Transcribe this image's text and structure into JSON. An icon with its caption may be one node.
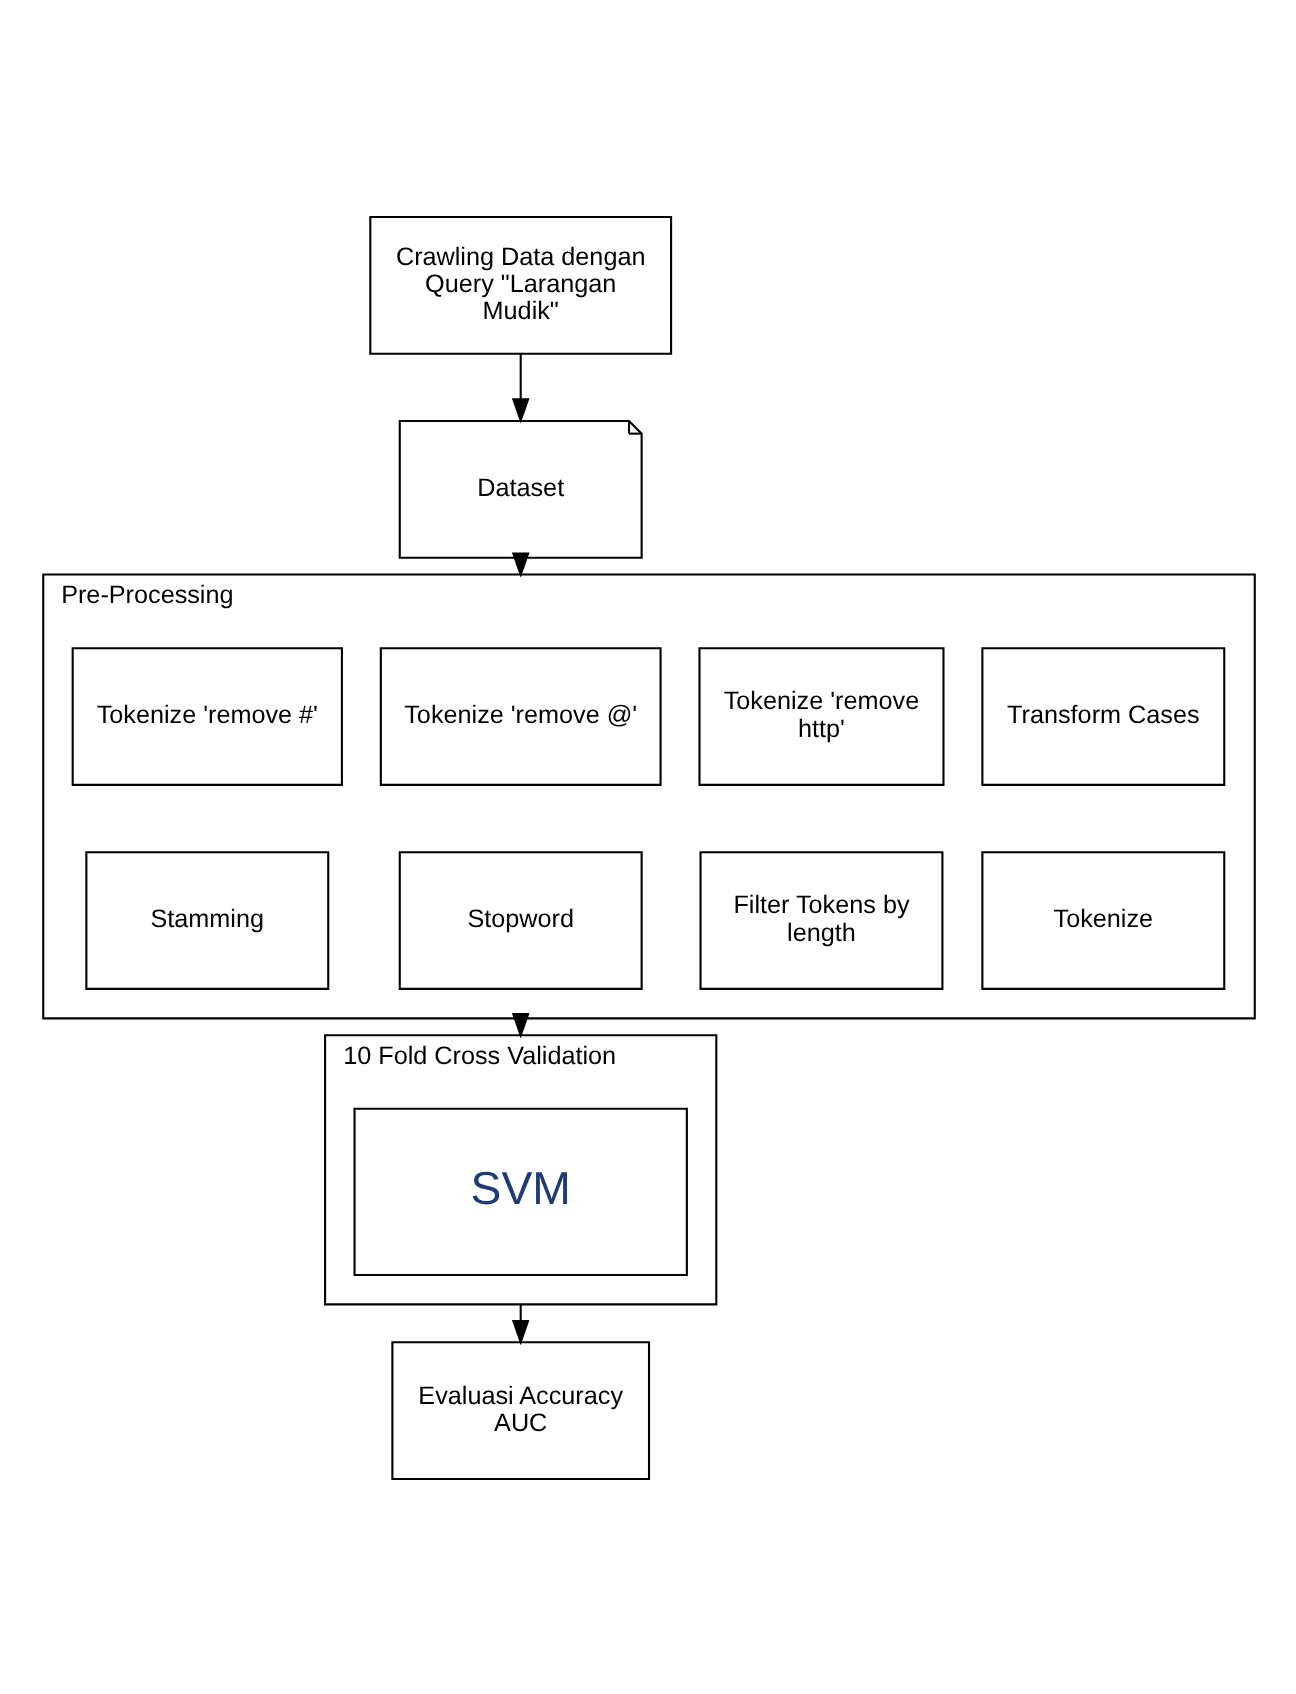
{
  "diagram": {
    "nodes": [
      {
        "text": [
          "Crawling Data dengan Query \"Larangan Mudik\""
        ]
      },
      {
        "text": [
          "Dataset"
        ]
      },
      {
        "text": [
          "Pre-Processing"
        ]
      },
      {
        "text": [
          "Transform Cases"
        ],
        "in": 2
      },
      {
        "text": [
          "Tokenize 'remove http'"
        ],
        "in": 2
      },
      {
        "text": [
          "Tokenize 'remove @'"
        ],
        "in": 2
      },
      {
        "text": [
          "Tokenize 'remove #'"
        ],
        "in": 2
      },
      {
        "text": [
          "Tokenize"
        ],
        "in": 2
      },
      {
        "text": [
          "Filter Tokens by length"
        ],
        "in": 2
      },
      {
        "text": [
          "Stopword"
        ],
        "in": 2
      },
      {
        "text": [
          "Stamming"
        ],
        "in": 2
      },
      {
        "text": [
          "10 Fold Cross Validation"
        ]
      },
      {
        "text": [
          "SVM"
        ],
        "in": 11
      },
      {
        "text": [
          "Evaluasi Accuracy AUC"
        ]
      }
    ],
    "edges": [
      {
        "from": 0,
        "to": 1,
        "arrow": "to"
      },
      {
        "from": 1,
        "to": 2,
        "arrow": "to"
      },
      {
        "from": 2,
        "to": 11,
        "arrow": "to"
      },
      {
        "from": 11,
        "to": 13,
        "arrow": "to"
      }
    ]
  }
}
